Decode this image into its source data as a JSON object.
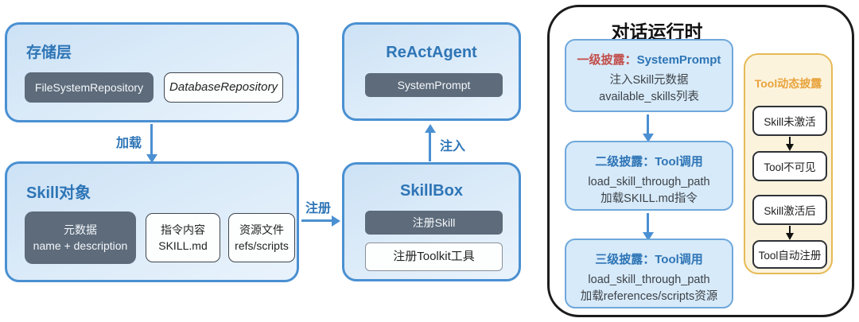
{
  "palette": {
    "accent_blue": "#2e75b6",
    "border_blue": "#4a90d2",
    "box_fill_blue": "#d7eaf9",
    "dark_slate": "#5d6b7b",
    "red_label": "#c24f4c",
    "orange_accent": "#e8a33c",
    "orange_fill": "#fcf3dd",
    "panel_border": "#1c1c1c"
  },
  "storage_layer": {
    "title": "存储层",
    "file_system_repository": "FileSystemRepository",
    "database_repository": "DatabaseRepository"
  },
  "skill_object": {
    "title": "Skill对象",
    "metadata_line1": "元数据",
    "metadata_line2": "name + description",
    "instruction_line1": "指令内容",
    "instruction_line2": "SKILL.md",
    "resources_line1": "资源文件",
    "resources_line2": "refs/scripts"
  },
  "react_agent": {
    "title": "ReActAgent",
    "system_prompt": "SystemPrompt"
  },
  "skill_box": {
    "title": "SkillBox",
    "register_skill": "注册Skill",
    "register_toolkit": "注册Toolkit工具"
  },
  "edges": {
    "load": "加载",
    "register": "注册",
    "inject": "注入"
  },
  "runtime_panel": {
    "title": "对话运行时",
    "stages": [
      {
        "prefix": "一级披露：",
        "name": "SystemPrompt",
        "line1": "注入Skill元数据",
        "line2": "available_skills列表"
      },
      {
        "prefix": "二级披露：",
        "name": "Tool调用",
        "line1": "load_skill_through_path",
        "line2": "加载SKILL.md指令"
      },
      {
        "prefix": "三级披露：",
        "name": "Tool调用",
        "line1": "load_skill_through_path",
        "line2": "加载references/scripts资源"
      }
    ],
    "tool_disclosure": {
      "title": "Tool动态披露",
      "steps": [
        "Skill未激活",
        "Tool不可见",
        "Skill激活后",
        "Tool自动注册"
      ]
    }
  }
}
